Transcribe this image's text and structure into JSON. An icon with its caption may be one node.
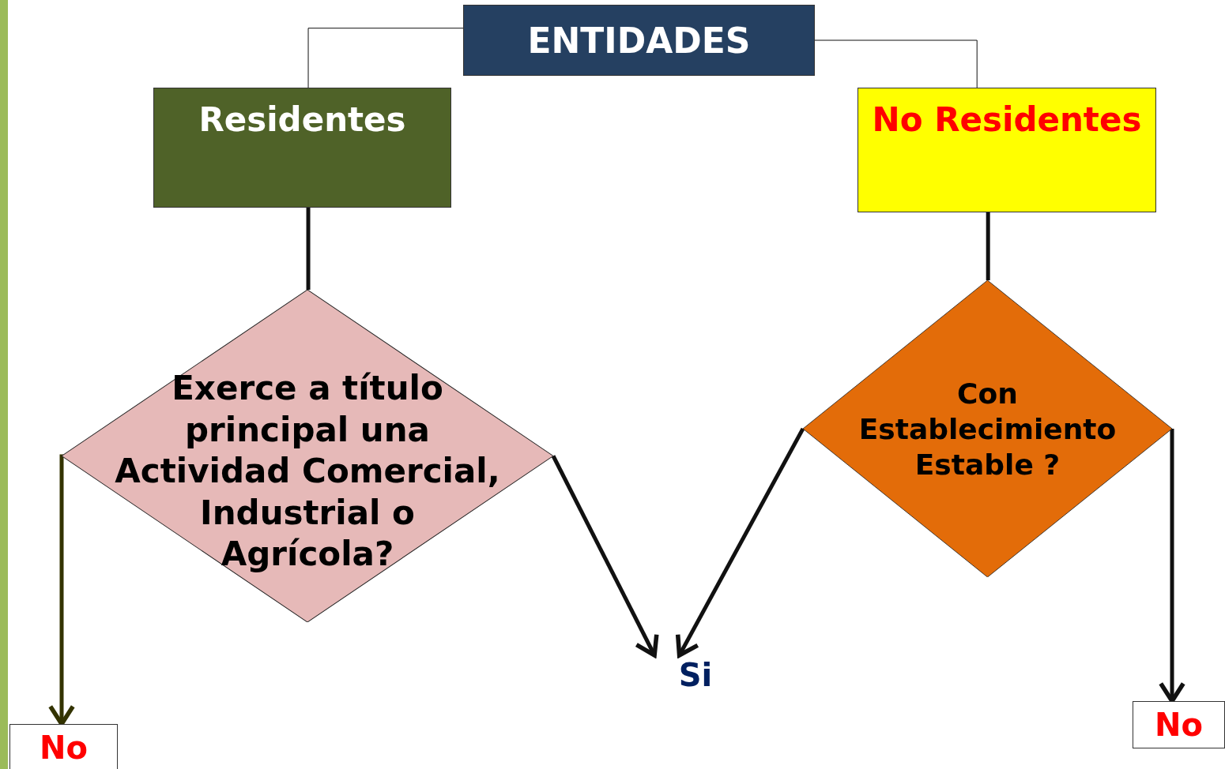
{
  "diagram": {
    "nodes": [
      {
        "text": [
          "ENTIDADES"
        ]
      },
      {
        "text": [
          "Residentes"
        ]
      },
      {
        "text": [
          "No Residentes"
        ]
      },
      {
        "text": [
          "Exerce a título principal una Actividad Comercial, Industrial o Agrícola?"
        ]
      },
      {
        "text": [
          "Con Establecimiento Estable ?"
        ]
      },
      {
        "text": [
          "No"
        ]
      },
      {
        "text": [
          "Si"
        ]
      },
      {
        "text": [
          "No"
        ]
      }
    ],
    "edges": [
      {
        "from": 0,
        "to": 1,
        "arrow": "none"
      },
      {
        "from": 0,
        "to": 2,
        "arrow": "none"
      },
      {
        "from": 1,
        "to": 3,
        "arrow": "none"
      },
      {
        "from": 2,
        "to": 4,
        "arrow": "none"
      },
      {
        "from": 3,
        "to": 5,
        "arrow": "to",
        "color": "#333300"
      },
      {
        "from": 3,
        "to": 6,
        "arrow": "to"
      },
      {
        "from": 4,
        "to": 6,
        "arrow": "to"
      },
      {
        "from": 4,
        "to": 7,
        "arrow": "to"
      }
    ]
  }
}
